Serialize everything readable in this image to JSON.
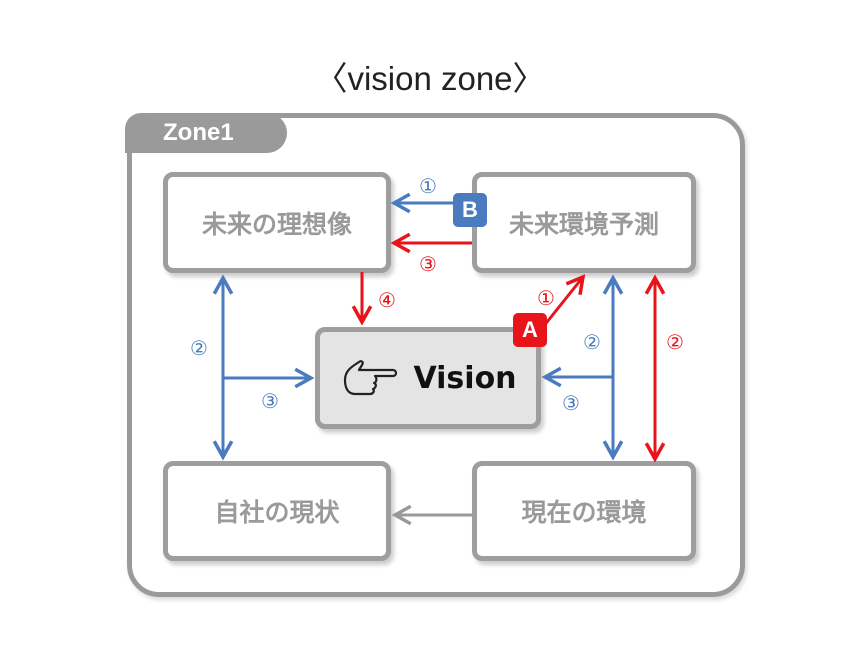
{
  "title": "〈vision zone〉",
  "zone_label": "Zone1",
  "boxes": {
    "future_ideal": "未来の理想像",
    "future_forecast": "未来環境予測",
    "vision": "Vision",
    "current_company": "自社の現状",
    "current_environment": "現在の環境"
  },
  "badges": {
    "a": "A",
    "b": "B"
  },
  "labels": {
    "blue_1": "①",
    "red_3": "③",
    "red_4": "④",
    "red_1": "①",
    "blue_2_left": "②",
    "blue_3_left": "③",
    "blue_2_right": "②",
    "blue_3_right": "③",
    "red_2": "②"
  },
  "colors": {
    "blue": "#4a7bbf",
    "red": "#e8141a",
    "gray": "#9a9a9a"
  }
}
